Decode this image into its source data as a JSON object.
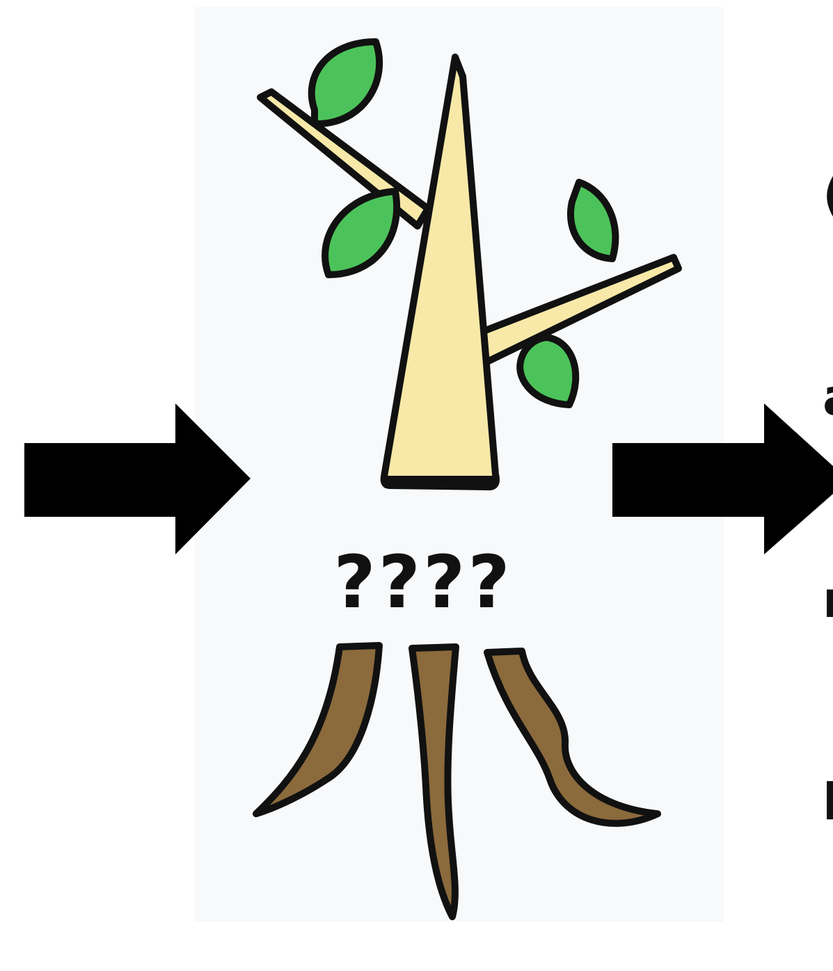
{
  "question_text": "????",
  "right_text_lines": [
    "(",
    "a",
    "r",
    "l"
  ],
  "colors": {
    "outline": "#111111",
    "trunk": "#f8e9a8",
    "leaf": "#4cc35a",
    "root": "#8b6a3c",
    "arrow": "#000000"
  },
  "icons": [
    "right-arrow-icon",
    "tree-icon",
    "leaf-icon",
    "root-icon"
  ]
}
